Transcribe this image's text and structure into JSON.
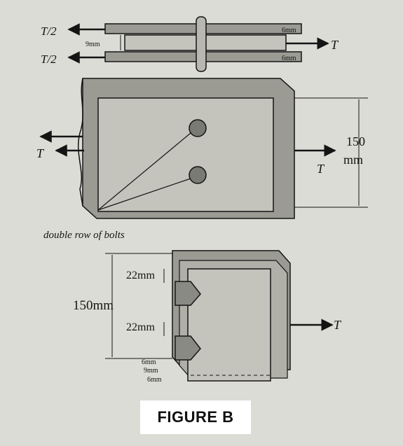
{
  "figure": {
    "caption": "FIGURE B",
    "background_color": "#dcdcd6",
    "plate_color": "#9b9b94",
    "plate_face_color": "#c4c4bc",
    "ink_color": "#141414"
  },
  "top_view": {
    "load_left_upper": "T/2",
    "load_left_lower": "T/2",
    "load_right": "T",
    "middle_plate_thickness": "9mm",
    "outer_plate_thickness_upper": "6mm",
    "outer_plate_thickness_lower": "6mm"
  },
  "middle_view": {
    "load_left": "T",
    "load_right": "T",
    "width_value": "150",
    "width_unit": "mm",
    "bolts_label": "double row of bolts"
  },
  "bottom_view": {
    "overall_dimension": "150mm",
    "edge_dim_upper": "22mm",
    "edge_dim_lower": "22mm",
    "load_right": "T",
    "thickness_outer_top": "6mm",
    "thickness_middle": "9mm",
    "thickness_outer_bottom": "6mm"
  }
}
